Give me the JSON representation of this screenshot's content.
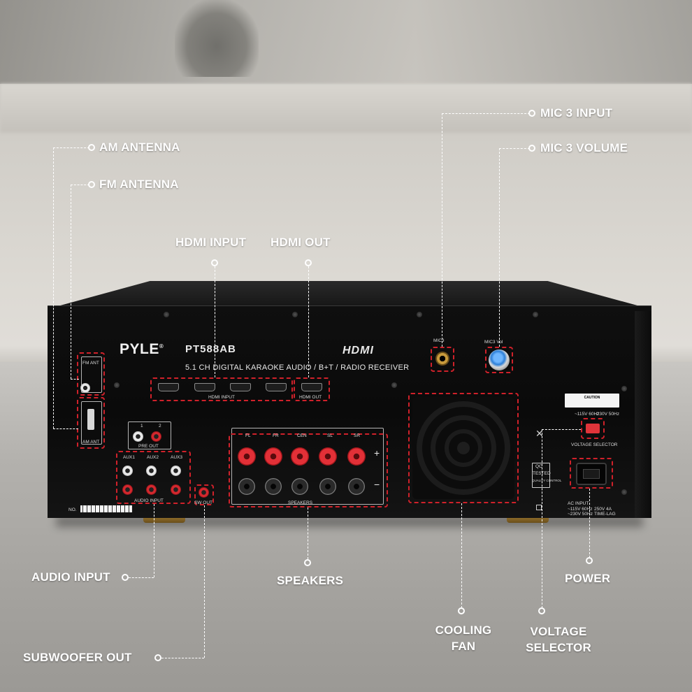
{
  "callouts": {
    "am_antenna": "AM ANTENNA",
    "fm_antenna": "FM ANTENNA",
    "hdmi_input": "HDMI INPUT",
    "hdmi_out": "HDMI OUT",
    "mic3_input": "MIC 3 INPUT",
    "mic3_volume": "MIC 3 VOLUME",
    "audio_input": "AUDIO INPUT",
    "subwoofer_out": "SUBWOOFER OUT",
    "speakers": "SPEAKERS",
    "cooling_fan_line1": "COOLING",
    "cooling_fan_line2": "FAN",
    "voltage_selector_line1": "VOLTAGE",
    "voltage_selector_line2": "SELECTOR",
    "power": "POWER"
  },
  "device": {
    "brand": "PYLE",
    "brand_mark": "®",
    "model": "PT588AB",
    "description": "5.1 CH DIGITAL KARAOKE AUDIO / B+T / RADIO RECEIVER",
    "hdmi_logo": "HDMI",
    "panel_labels": {
      "fm_ant": "FM ANT",
      "am_ant": "AM ANT",
      "hdmi_input": "HDMI INPUT",
      "hdmi_out": "HDMI OUT",
      "pre_out": "PRE OUT",
      "pre_out_1": "1",
      "pre_out_2": "2",
      "aux1": "AUX1",
      "aux2": "AUX2",
      "aux3": "AUX3",
      "audio_input": "AUDIO INPUT",
      "sw_out": "SW OUT",
      "speakers": "SPEAKERS",
      "fl": "FL",
      "fr": "FR",
      "cen": "CEN",
      "sl": "SL",
      "sr": "SR",
      "plus": "+",
      "minus": "−",
      "mic3": "MIC3",
      "mic3_vol": "MIC3 Vol",
      "voltage_selector": "VOLTAGE SELECTOR",
      "v115": "~115V 60Hz",
      "v230": "~230V 50Hz",
      "qc": "QC",
      "tested": "TESTED",
      "quality_control": "QUALITY CONTROL",
      "caution": "CAUTION",
      "ac_input": "AC INPUT",
      "ac_115": "~115V 60Hz",
      "ac_230": "~230V 50Hz",
      "fuse": "250V 4A TIME-LAG",
      "no": "NO."
    }
  }
}
